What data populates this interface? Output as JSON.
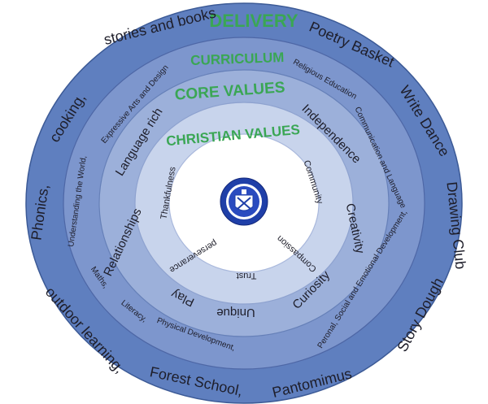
{
  "rings": {
    "delivery": {
      "title": "DELIVERY",
      "items": {
        "poetry_basket": "Poetry Basket",
        "write_dance": "Write Dance",
        "drawing_club": "Drawing Club",
        "story_dough": "Story Dough",
        "pantomimus": "Pantomimus",
        "forest_school": "Forest School,",
        "outdoor_learning": "outdoor learning,",
        "phonics": "Phonics,",
        "cooking": "cooking,",
        "stories_books": "stories and books"
      }
    },
    "curriculum": {
      "title": "CURRICULUM",
      "items": {
        "religious_education": "Religious Education",
        "communication_language": "Communication and Language",
        "personal_social": "Peronal, Social and Emotional Development,",
        "physical_development": "Physical Development,",
        "literacy": "Literacy,",
        "maths": "Maths,",
        "understanding_world": "Understanding the World,",
        "expressive_arts": "Expressive Arts and Design"
      }
    },
    "core_values": {
      "title": "CORE VALUES",
      "items": {
        "independence": "Independence",
        "creativity": "Creativity",
        "curiosity": "Curiosity",
        "unique": "Unique",
        "play": "Play",
        "relationships": "Relationships",
        "language_rich": "Language rich"
      }
    },
    "christian_values": {
      "title": "CHRISTIAN VALUES",
      "items": {
        "community": "Community",
        "compassion": "Compassion",
        "trust": "Trust",
        "perseverance": "perseverance",
        "thankfulness": "Thankfulness"
      }
    }
  },
  "colors": {
    "delivery_ring": "#5f7fbf",
    "curriculum_ring": "#7d96cd",
    "core_ring": "#9cb0da",
    "christian_ring": "#c8d4ec",
    "center": "#ffffff",
    "title_green": "#3aa654",
    "text_dark": "#1e1e2a",
    "logo_blue": "#1f3fa8"
  }
}
